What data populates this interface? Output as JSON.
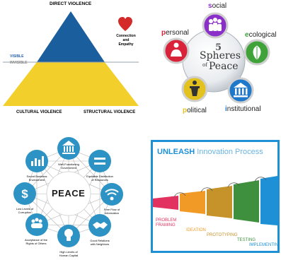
{
  "triangle": {
    "top_label": "DIRECT VIOLENCE",
    "visible_label": "VISIBLE",
    "invisible_label": "INVISIBLE",
    "left_label": "CULTURAL VIOLENCE",
    "right_label": "STRUCTURAL VIOLENCE",
    "heart_label_line1": "Connection",
    "heart_label_line2": "and",
    "heart_label_line3": "Empathy",
    "colors": {
      "top": "#1b5e9e",
      "bottom": "#f3cf2c",
      "heart": "#d42a2a",
      "visible": "#2a64a8",
      "invisible": "#888888"
    }
  },
  "spheres": {
    "center_number": "5",
    "center_line1": "Spheres",
    "center_line2": "of",
    "center_line3": "Peace",
    "items": [
      {
        "label_first": "s",
        "label_rest": "ocial",
        "color": "#8b2fc9",
        "icon": "people-icon"
      },
      {
        "label_first": "e",
        "label_rest": "cological",
        "color": "#3fa33a",
        "icon": "leaf-icon"
      },
      {
        "label_first": "i",
        "label_rest": "nstitutional",
        "color": "#1f78c9",
        "icon": "building-icon"
      },
      {
        "label_first": "p",
        "label_rest": "olitical",
        "color": "#e3c21f",
        "icon": "podium-icon"
      },
      {
        "label_first": "p",
        "label_rest": "ersonal",
        "color": "#d8233a",
        "icon": "person-icon"
      }
    ]
  },
  "peace_network": {
    "center": "PEACE",
    "nodes": [
      {
        "line1": "Well-Functioning",
        "line2": "Government",
        "icon": "government-icon"
      },
      {
        "line1": "Equitable Distribution",
        "line2": "of Resources",
        "icon": "equals-icon"
      },
      {
        "line1": "Free Flow of",
        "line2": "Information",
        "icon": "wifi-icon"
      },
      {
        "line1": "Good Relations",
        "line2": "with Neighbors",
        "icon": "handshake-icon"
      },
      {
        "line1": "High Levels of",
        "line2": "Human Capital",
        "icon": "lightbulb-icon"
      },
      {
        "line1": "Acceptance of the",
        "line2": "Rights of Others",
        "icon": "group-icon"
      },
      {
        "line1": "Low Levels of",
        "line2": "Corruption",
        "icon": "dollar-icon"
      },
      {
        "line1": "Sound Business",
        "line2": "Environment",
        "icon": "chart-icon"
      }
    ],
    "color": "#2c93c4"
  },
  "unleash": {
    "title_bold": "UNLEASH",
    "title_light": "Innovation Process",
    "stages": [
      {
        "line1": "PROBLEM",
        "line2": "FRAMING",
        "color": "#e2325f"
      },
      {
        "line1": "IDEATION",
        "line2": "",
        "color": "#f29a26"
      },
      {
        "line1": "PROTOTYPING",
        "line2": "",
        "color": "#c6922a"
      },
      {
        "line1": "TESTING",
        "line2": "",
        "color": "#3e8f3e"
      },
      {
        "line1": "IMPLEMENTIN",
        "line2": "",
        "color": "#1e90d6"
      }
    ],
    "border_color": "#1e90d6"
  }
}
